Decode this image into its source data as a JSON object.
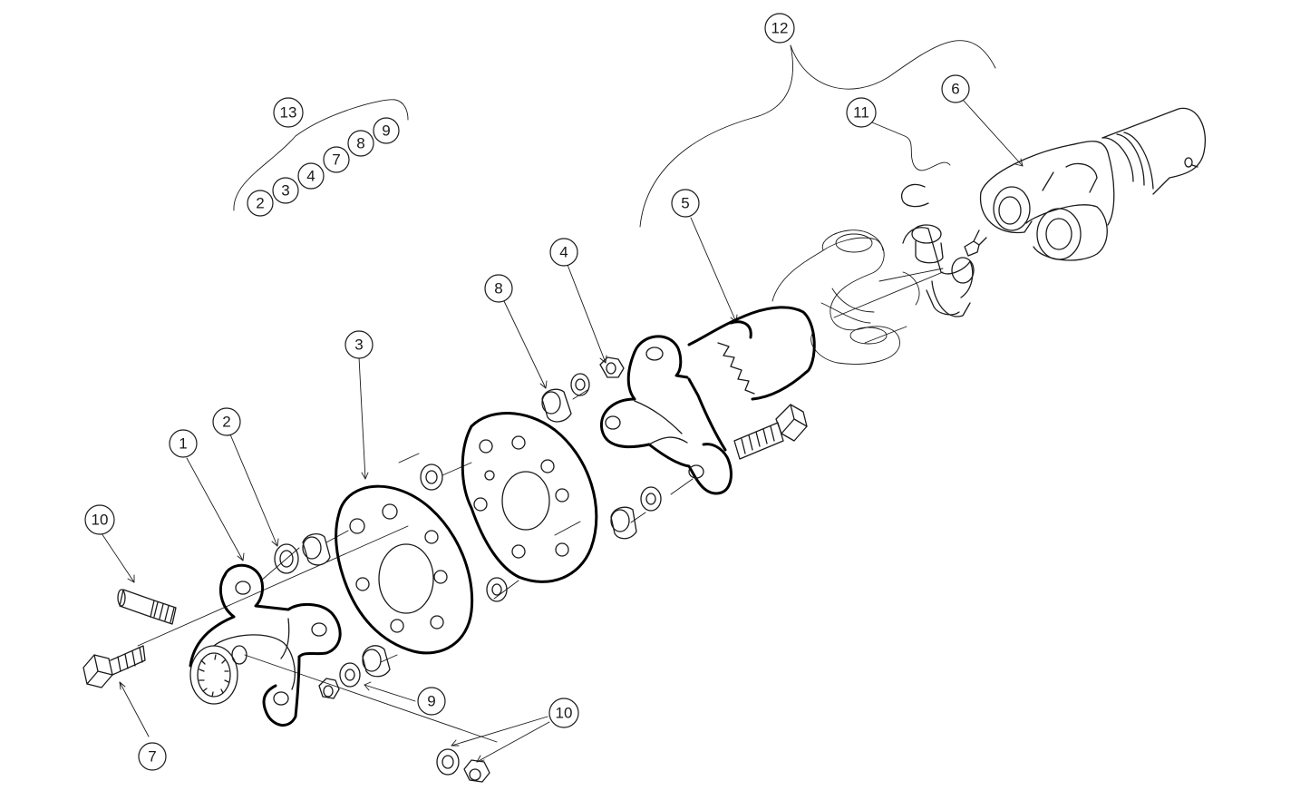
{
  "diagram": {
    "callouts": [
      {
        "id": "c1",
        "label": "1"
      },
      {
        "id": "c2",
        "label": "2"
      },
      {
        "id": "c3",
        "label": "3"
      },
      {
        "id": "c4",
        "label": "4"
      },
      {
        "id": "c5",
        "label": "5"
      },
      {
        "id": "c6",
        "label": "6"
      },
      {
        "id": "c7",
        "label": "7"
      },
      {
        "id": "c8",
        "label": "8"
      },
      {
        "id": "c9",
        "label": "9"
      },
      {
        "id": "c10a",
        "label": "10"
      },
      {
        "id": "c10b",
        "label": "10"
      },
      {
        "id": "c11",
        "label": "11"
      },
      {
        "id": "c12",
        "label": "12"
      },
      {
        "id": "c13",
        "label": "13"
      }
    ],
    "kit_group": {
      "label": "13",
      "members": [
        "2",
        "3",
        "4",
        "7",
        "8",
        "9"
      ]
    }
  }
}
